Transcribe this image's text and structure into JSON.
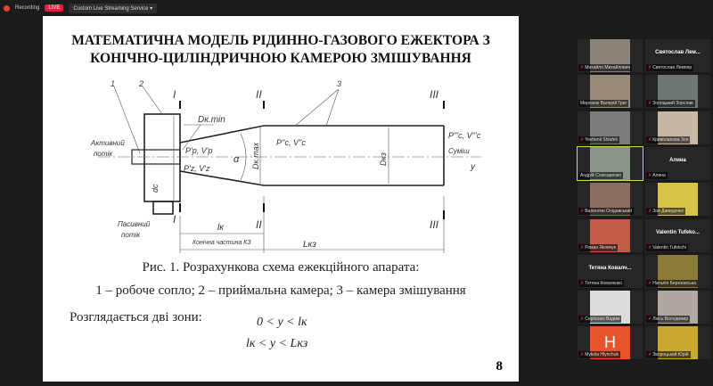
{
  "topbar": {
    "recording": "Recording",
    "live": "LIVE",
    "stream": "Custom Live Streaming Service ▾"
  },
  "slide": {
    "title1": "МАТЕМАТИЧНА МОДЕЛЬ РІДИННО-ГАЗОВОГО ЕЖЕКТОРА З",
    "title2": "КОНІЧНО-ЦИЛІНДРИЧНОЮ КАМЕРОЮ ЗМІШУВАННЯ",
    "diagram": {
      "n1": "1",
      "n2": "2",
      "n3": "3",
      "sec1": "I",
      "sec2": "II",
      "sec3": "III",
      "active_flow": "Активний",
      "active_flow2": "потік",
      "passive_flow": "Пасивний",
      "passive_flow2": "потік",
      "dkmin": "Dк.min",
      "pr": "P'р, V'р",
      "pz": "P'z, V'z",
      "alpha": "α",
      "dkmax": "Dк.max",
      "pc": "P''c, V''c",
      "dkz": "Dкз",
      "pc2": "P'''c, V'''c",
      "mix": "Суміш",
      "y": "y",
      "dc": "dc",
      "lk": "lк",
      "conic": "Конічна частина КЗ",
      "lkz": "Lкз"
    },
    "caption1": "Рис. 1. Розрахункова схема ежекційного апарата:",
    "caption2": "1 – робоче сопло; 2 – приймальна камера; 3 – камера змішування",
    "zones": "Розглядається дві зони:",
    "ineq1": "0 < y < lк",
    "ineq2": "lк < y < Lкз",
    "page": "8"
  },
  "participants": [
    {
      "label": "Михайло Михайлович",
      "video": "#8a8378"
    },
    {
      "label": "Святослав Лемпер",
      "name": "Святослав Лем..."
    },
    {
      "label": "Миронюк Валерій Григ",
      "video": "#9a8a7a",
      "nomic": true
    },
    {
      "label": "Золоцький Зорслав",
      "video": "#6d7872"
    },
    {
      "label": "Yevhenii Shlafeli",
      "video": "#7b7d7a"
    },
    {
      "label": "Криволапова Зоя",
      "video": "#c9b7a6"
    },
    {
      "label": "Андрій Слюсаренко",
      "video": "#8a9488",
      "active": true,
      "nomic": true
    },
    {
      "label": "Алина",
      "name": "Алина"
    },
    {
      "label": "Валентин Олідавський",
      "video": "#8a6e60"
    },
    {
      "label": "Зоя Давиденко",
      "video": "#d7c24a"
    },
    {
      "label": "Роман Яковчук",
      "video": "#c45a4a"
    },
    {
      "label": "Valentin Tufekchi",
      "name": "Valentin Tufeko..."
    },
    {
      "label": "Тетяна Коваленко",
      "name": "Тетяна Ковалч..."
    },
    {
      "label": "Наталія Березовська",
      "video": "#8c7a3a"
    },
    {
      "label": "Сергієнко Вадим",
      "video": "#dcdcdc"
    },
    {
      "label": "Люсь Володимир",
      "video": "#b0a8a0"
    },
    {
      "label": "Mykola Hlynchuk",
      "video": "#e8542a",
      "letter": "H"
    },
    {
      "label": "Звороцький Юрій",
      "video": "#c9a830"
    }
  ]
}
